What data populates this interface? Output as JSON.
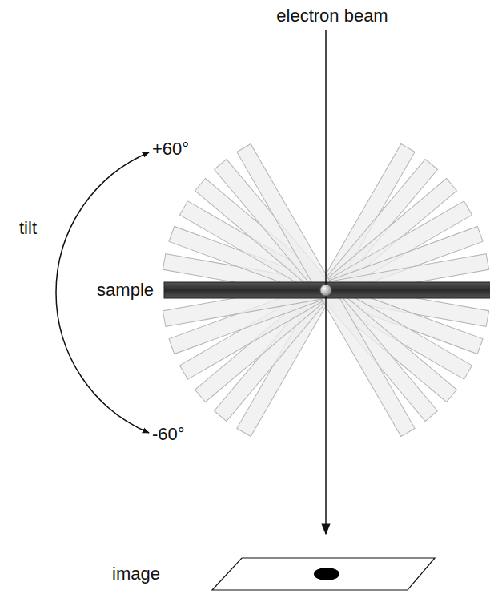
{
  "diagram": {
    "labels": [
      "electron beam",
      "+60°",
      "tilt",
      "sample",
      "-60°",
      "image"
    ]
  }
}
